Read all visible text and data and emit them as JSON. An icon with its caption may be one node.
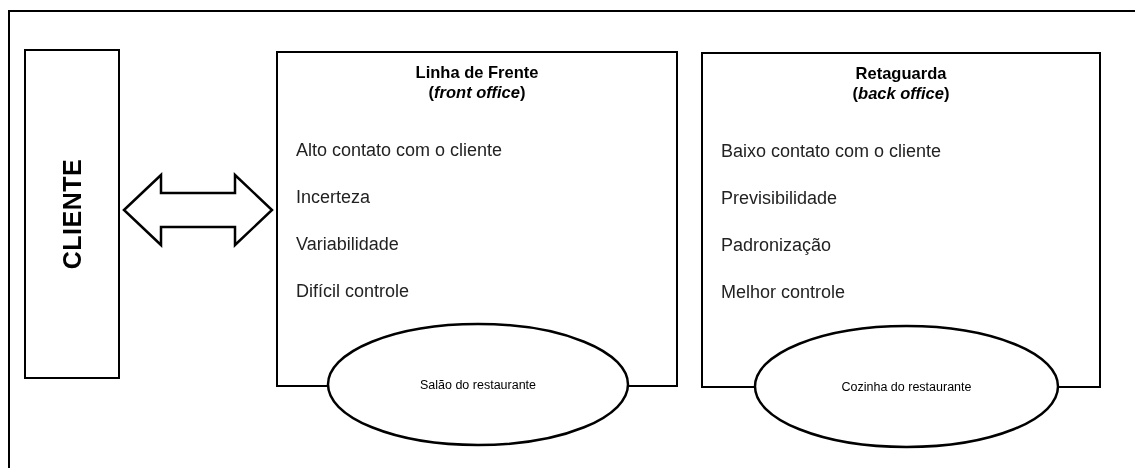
{
  "diagram": {
    "nodes": [
      {
        "text": [
          "CLIENTE"
        ]
      },
      {
        "text": [
          "Linha de Frente (*front office*)",
          "Alto contato com o cliente",
          "Incerteza",
          "Variabilidade",
          "Difícil controle"
        ]
      },
      {
        "text": [
          "Salão do restaurante"
        ]
      },
      {
        "text": [
          "Retaguarda (*back office*)",
          "Baixo contato com o cliente",
          "Previsibilidade",
          "Padronização",
          "Melhor controle"
        ]
      },
      {
        "text": [
          "Cozinha do restaurante"
        ]
      }
    ],
    "edges": [
      {
        "from": 0,
        "to": 1,
        "arrow": "both"
      }
    ]
  }
}
